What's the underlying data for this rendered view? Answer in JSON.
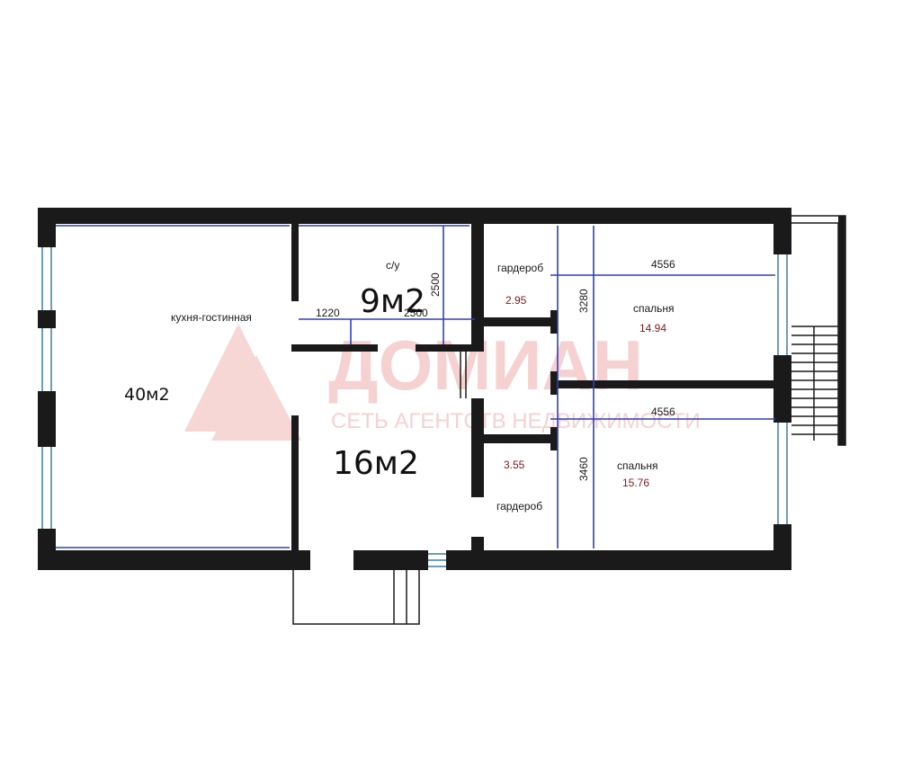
{
  "watermark": {
    "brand": "ДОМИАН",
    "tagline": "СЕТЬ АГЕНТСТВ НЕДВИЖИМОСТИ"
  },
  "rooms": {
    "kitchen_label": "кухня-гостинная",
    "kitchen_area": "40м2",
    "bath_label": "с/у",
    "bath_area": "9м2",
    "hall_area": "16м2",
    "wardrobe1_label": "гардероб",
    "wardrobe1_area": "2.95",
    "bedroom1_label": "спальня",
    "bedroom1_area": "14.94",
    "wardrobe2_label": "гардероб",
    "wardrobe2_area": "3.55",
    "bedroom2_label": "спальня",
    "bedroom2_area": "15.76"
  },
  "dimensions": {
    "bath_width": "1220",
    "bath_depth": "2500",
    "bath_length": "2500",
    "bedroom1_width": "4556",
    "bedroom1_depth": "3280",
    "bedroom2_width": "4556",
    "bedroom2_depth": "3460"
  },
  "colors": {
    "wall": "#1a1a1a",
    "dimension_line": "#2f3fbf",
    "window": "#3a7fa0",
    "watermark": "#f4c9c9",
    "area_text": "#7a1a1a"
  }
}
